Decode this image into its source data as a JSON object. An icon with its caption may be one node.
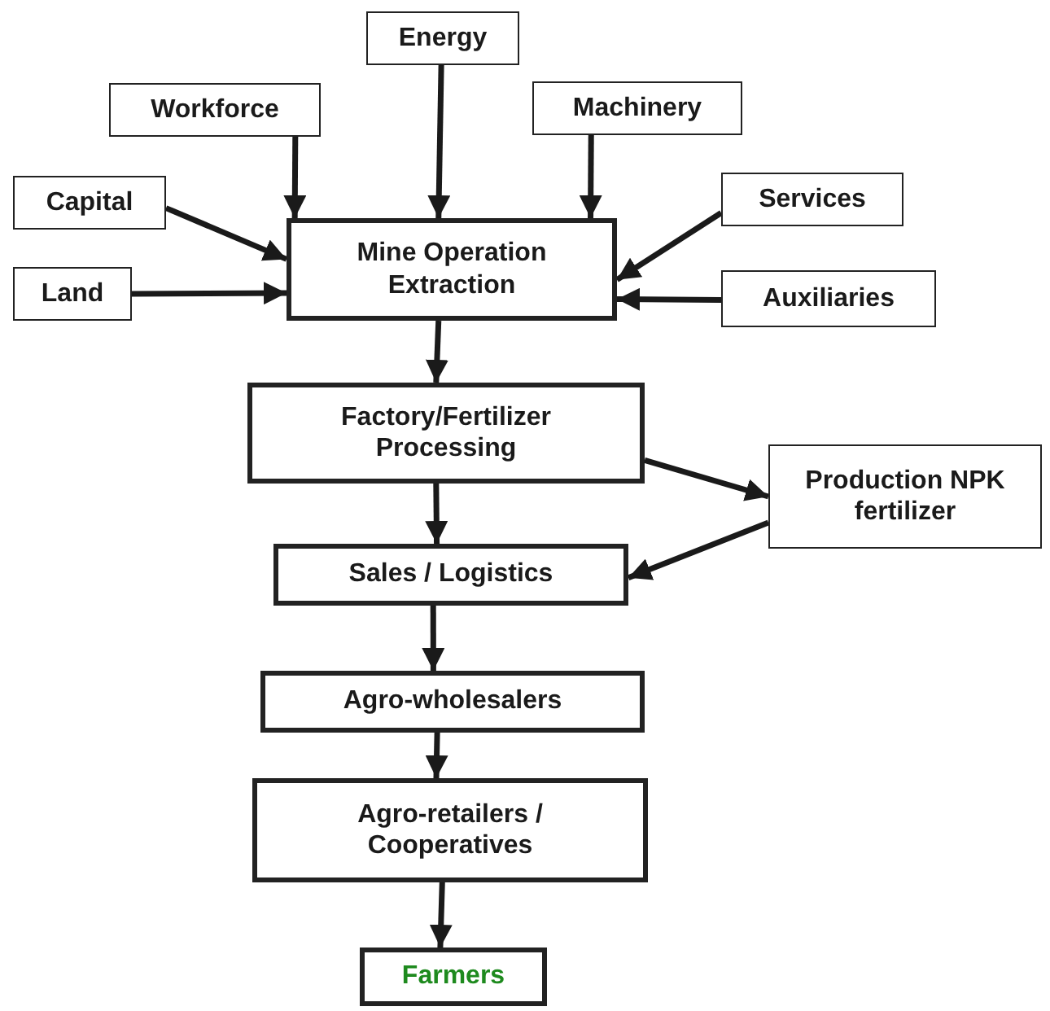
{
  "diagram": {
    "nodes": [
      {
        "text": [
          "Energy"
        ]
      },
      {
        "text": [
          "Workforce"
        ]
      },
      {
        "text": [
          "Machinery"
        ]
      },
      {
        "text": [
          "Capital"
        ]
      },
      {
        "text": [
          "Services"
        ]
      },
      {
        "text": [
          "Land"
        ]
      },
      {
        "text": [
          "Mine Operation Extraction"
        ]
      },
      {
        "text": [
          "Auxiliaries"
        ]
      },
      {
        "text": [
          "Factory/Fertilizer Processing"
        ]
      },
      {
        "text": [
          "Production NPK fertilizer"
        ]
      },
      {
        "text": [
          "Sales / Logistics"
        ]
      },
      {
        "text": [
          "Agro-wholesalers"
        ]
      },
      {
        "text": [
          "Agro-retailers / Cooperatives"
        ]
      },
      {
        "text": [
          "Farmers"
        ]
      }
    ],
    "edges": [
      {
        "from": 0,
        "to": 6,
        "arrow": "to"
      },
      {
        "from": 1,
        "to": 6,
        "arrow": "to"
      },
      {
        "from": 2,
        "to": 6,
        "arrow": "to"
      },
      {
        "from": 3,
        "to": 6,
        "arrow": "to"
      },
      {
        "from": 4,
        "to": 6,
        "arrow": "to"
      },
      {
        "from": 5,
        "to": 6,
        "arrow": "to"
      },
      {
        "from": 7,
        "to": 6,
        "arrow": "to"
      },
      {
        "from": 6,
        "to": 8,
        "arrow": "to"
      },
      {
        "from": 8,
        "to": 9,
        "arrow": "to"
      },
      {
        "from": 9,
        "to": 10,
        "arrow": "to"
      },
      {
        "from": 8,
        "to": 10,
        "arrow": "to"
      },
      {
        "from": 10,
        "to": 11,
        "arrow": "to"
      },
      {
        "from": 11,
        "to": 12,
        "arrow": "to"
      },
      {
        "from": 12,
        "to": 13,
        "arrow": "to"
      }
    ]
  }
}
